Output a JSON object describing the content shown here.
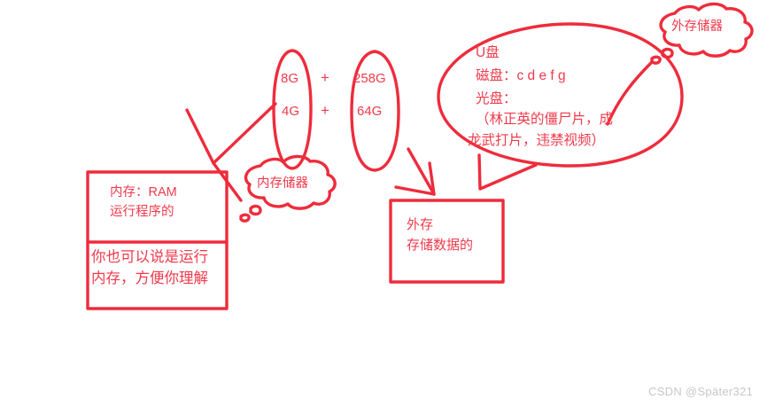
{
  "diagram": {
    "title_watermark": "CSDN @Später321",
    "capacity": {
      "ram_row1": "8G",
      "ram_row2": "4G",
      "plus_row1": "+",
      "plus_row2": "+",
      "storage_row1": "258G",
      "storage_row2": "64G"
    },
    "clouds": {
      "internal": "内存储器",
      "external": "外存储器"
    },
    "left_box": {
      "top_line1": "内存：RAM",
      "top_line2": "运行程序的",
      "bottom_line1": "你也可以说是运行",
      "bottom_line2": "内存，方便你理解"
    },
    "right_box": {
      "line1": "外存",
      "line2": "存储数据的"
    },
    "bubble": {
      "line1": "U盘",
      "line2": "磁盘：c d e f g",
      "line3": "光盘：",
      "line4": "（林正英的僵尸片，成",
      "line5": "龙武打片，违禁视频）"
    },
    "colors": {
      "stroke": "#ee2c3c",
      "text": "#f03a4b",
      "watermark": "#c7c7c7",
      "background": "#ffffff"
    }
  }
}
